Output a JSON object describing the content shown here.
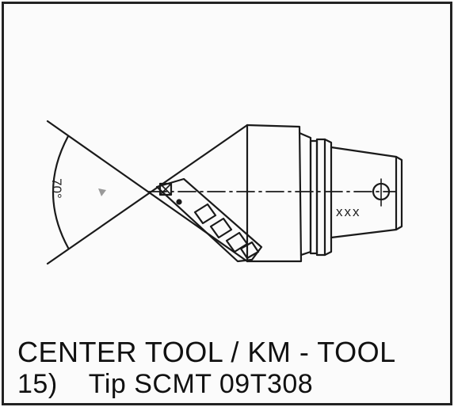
{
  "caption": {
    "line1": "CENTER TOOL / KM - TOOL",
    "line2": "15)    Tip SCMT 09T308"
  },
  "drawing": {
    "angle_label": "70°",
    "code_label": "xxx"
  }
}
